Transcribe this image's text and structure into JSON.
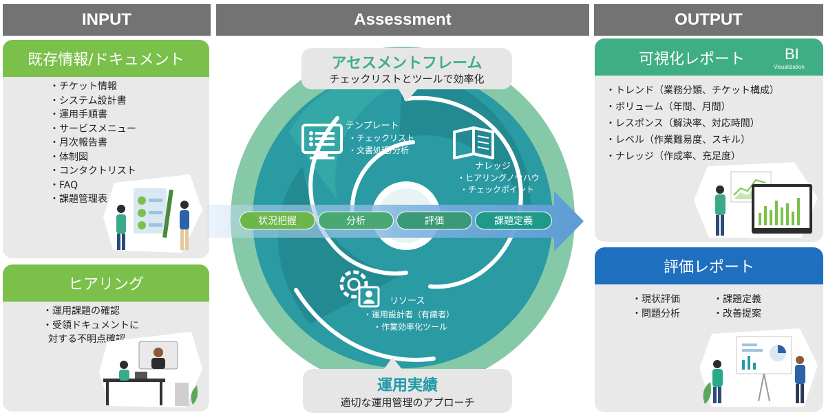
{
  "headers": {
    "input": "INPUT",
    "assessment": "Assessment",
    "output": "OUTPUT"
  },
  "input": {
    "documents": {
      "title": "既存情報/ドキュメント",
      "items": [
        "チケット情報",
        "システム設計書",
        "運用手順書",
        "サービスメニュー",
        "月次報告書",
        "体制図",
        "コンタクトリスト",
        "FAQ",
        "課題管理表"
      ]
    },
    "hearing": {
      "title": "ヒアリング",
      "items": [
        "運用課題の確認",
        "受領ドキュメントに"
      ],
      "continuation": "対する不明点確認"
    }
  },
  "assessment": {
    "frame_title": "アセスメントフレーム",
    "frame_subtitle": "チェックリストとツールで効率化",
    "template": {
      "title": "テンプレート",
      "items": [
        "チェックリスト",
        "文書処理/分析"
      ]
    },
    "knowledge": {
      "title": "ナレッジ",
      "items": [
        "ヒアリングノウハウ",
        "チェックポイント"
      ]
    },
    "resource": {
      "title": "リソース",
      "items": [
        "運用設計者（有識者）",
        "作業効率化ツール"
      ]
    },
    "steps": [
      "状況把握",
      "分析",
      "評価",
      "課題定義"
    ],
    "results_title": "運用実績",
    "results_subtitle": "適切な運用管理のアプローチ"
  },
  "output": {
    "visual_report": {
      "title": "可視化レポート",
      "bi_label": "BI",
      "bi_sub": "Visualization",
      "items": [
        "トレンド（業務分類、チケット構成）",
        "ボリューム（年間、月間）",
        "レスポンス（解決率、対応時間）",
        "レベル（作業難易度、スキル）",
        "ナレッジ（作成率、充足度）"
      ]
    },
    "evaluation_report": {
      "title": "評価レポート",
      "col1": [
        "現状評価",
        "問題分析"
      ],
      "col2": [
        "課題定義",
        "改善提案"
      ]
    }
  },
  "colors": {
    "header_gray": "#737373",
    "green": "#7ac04a",
    "teal": "#3fae84",
    "blue": "#1f6fbf",
    "circle_outer": "#86c9a8",
    "circle_inner": "#2a9aa3",
    "arrow": "#5d9bd6"
  }
}
